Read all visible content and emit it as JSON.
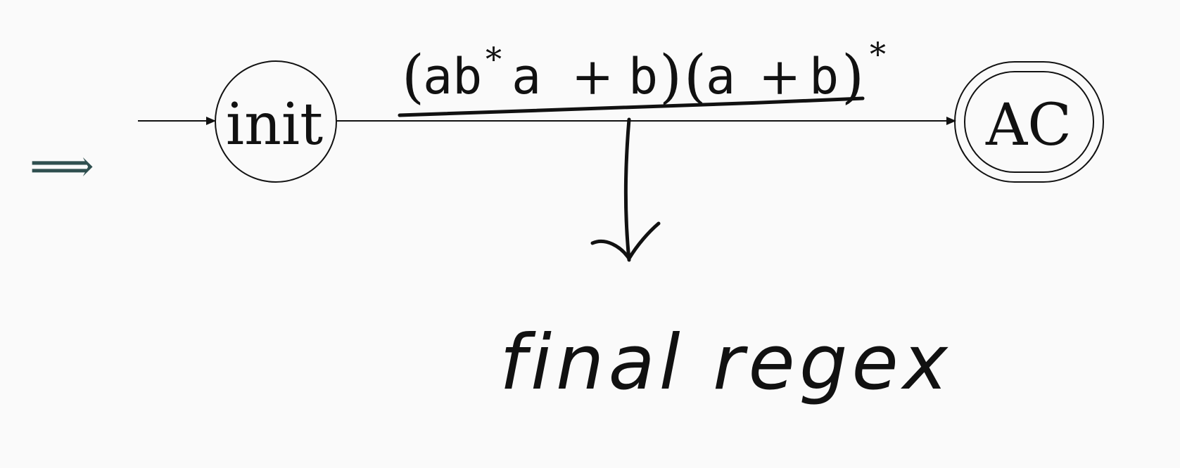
{
  "diagram": {
    "implies_symbol": "⟹",
    "states": [
      {
        "id": "init",
        "label": "init",
        "kind": "start"
      },
      {
        "id": "AC",
        "label": "AC",
        "kind": "accept"
      }
    ],
    "transition": {
      "from": "init",
      "to": "AC",
      "label": "(ab*a + b)(a + b)*",
      "label_parts": {
        "open1": "(",
        "ab": "ab",
        "star1": "*",
        "a": "a",
        "plus1": "+",
        "b1": "b",
        "close1": ")",
        "open2": "(",
        "a2": "a",
        "plus2": "+",
        "b2": "b",
        "close2": ")",
        "star2": "*"
      }
    },
    "annotation": {
      "text": "final regex"
    }
  }
}
